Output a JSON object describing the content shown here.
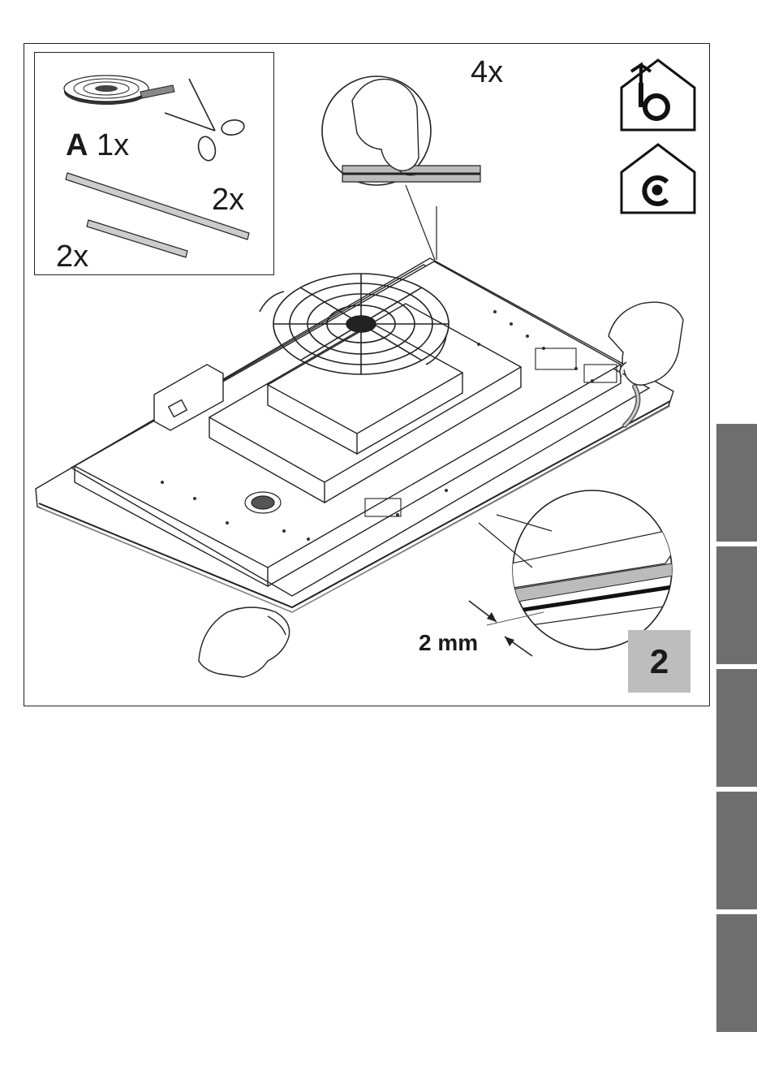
{
  "figure": {
    "tape_qty": "1x",
    "tape_letter": "A",
    "strip_long_qty": "2x",
    "strip_short_qty": "2x",
    "corner_qty": "4x",
    "gap": "2 mm",
    "step": "2"
  },
  "icons": [
    "tape-roll-icon",
    "scissors-icon",
    "extraction-mode-icon",
    "recirculation-mode-icon"
  ],
  "colors": {
    "tab_gray": "#6e6e6e",
    "step_box_gray": "#bdbdbd"
  },
  "side_tabs": 5
}
